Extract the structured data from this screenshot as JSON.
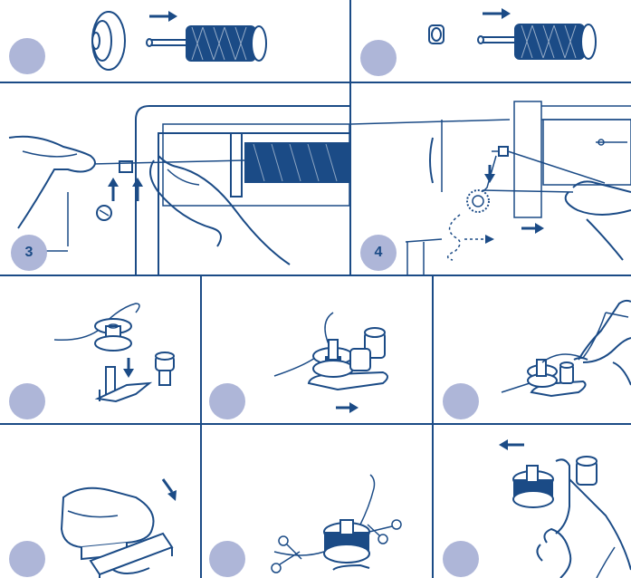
{
  "colors": {
    "ink": "#1b4b86",
    "badge": "#aeb6d8",
    "background": "#ffffff"
  },
  "steps": [
    {
      "id": 1,
      "label": "",
      "icon": "spool-cap-large-icon"
    },
    {
      "id": 2,
      "label": "",
      "icon": "spool-cap-small-icon"
    },
    {
      "id": 3,
      "label": "3",
      "icon": "thread-guide-hands-icon"
    },
    {
      "id": 4,
      "label": "4",
      "icon": "bobbin-tension-disc-icon"
    },
    {
      "id": 5,
      "label": "",
      "icon": "bobbin-on-winder-icon"
    },
    {
      "id": 6,
      "label": "",
      "icon": "bobbin-push-right-icon"
    },
    {
      "id": 7,
      "label": "",
      "icon": "thread-end-hold-icon"
    },
    {
      "id": 8,
      "label": "",
      "icon": "foot-pedal-icon"
    },
    {
      "id": 9,
      "label": "",
      "icon": "scissors-cut-icon"
    },
    {
      "id": 10,
      "label": "",
      "icon": "bobbin-push-left-icon"
    }
  ]
}
